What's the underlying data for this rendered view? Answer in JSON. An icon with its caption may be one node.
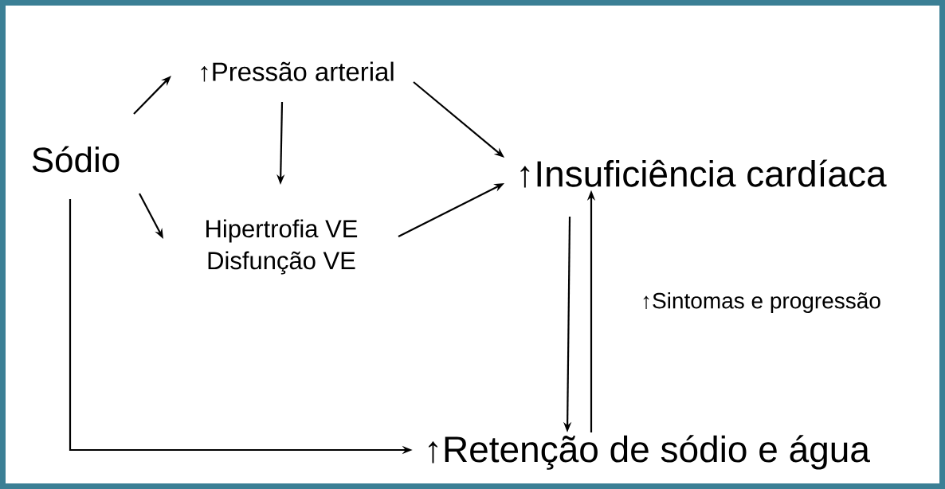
{
  "diagram": {
    "nodes": [
      {
        "text": [
          "Sódio"
        ]
      },
      {
        "text": [
          "↑Pressão arterial"
        ]
      },
      {
        "text": [
          "Hipertrofia VE",
          "Disfunção VE"
        ]
      },
      {
        "text": [
          "↑Insuficiência cardíaca"
        ]
      },
      {
        "text": [
          "↑Retenção de sódio e água"
        ]
      }
    ],
    "edges": [
      {
        "from": 0,
        "to": 1,
        "arrow": "to"
      },
      {
        "from": 0,
        "to": 2,
        "arrow": "to"
      },
      {
        "from": 1,
        "to": 2,
        "arrow": "to"
      },
      {
        "from": 1,
        "to": 3,
        "arrow": "to"
      },
      {
        "from": 2,
        "to": 3,
        "arrow": "to"
      },
      {
        "from": 3,
        "to": 4,
        "arrow": "to"
      },
      {
        "from": 4,
        "to": 3,
        "arrow": "to",
        "label": "↑Sintomas e progressão"
      },
      {
        "from": 0,
        "to": 4,
        "arrow": "to"
      }
    ]
  }
}
